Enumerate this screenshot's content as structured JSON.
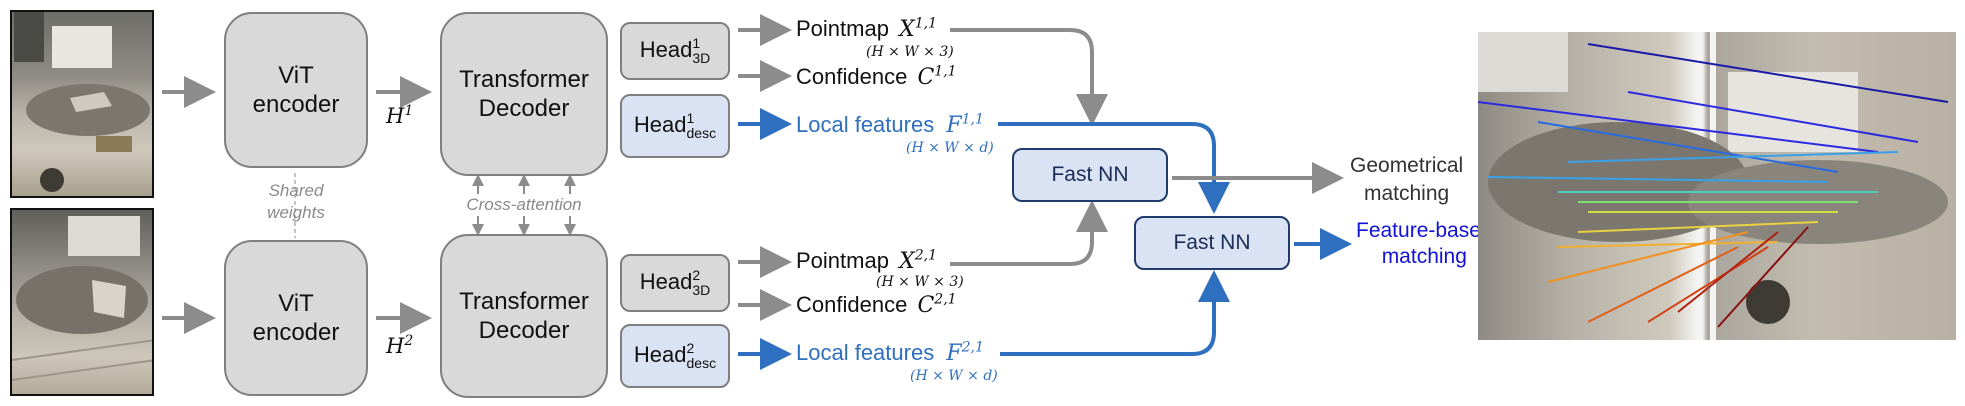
{
  "inputs": {
    "image1": "input-photo-rock-view-1",
    "image2": "input-photo-rock-view-2"
  },
  "encoder": {
    "label_line1": "ViT",
    "label_line2": "encoder",
    "shared_line1": "Shared",
    "shared_line2": "weights"
  },
  "tokens": {
    "h1_base": "H",
    "h1_sup": "1",
    "h2_base": "H",
    "h2_sup": "2"
  },
  "decoder": {
    "label_line1": "Transformer",
    "label_line2": "Decoder",
    "cross_attention": "Cross-attention"
  },
  "heads": {
    "base": "Head",
    "sup1": "1",
    "sup2": "2",
    "sub3d": "3D",
    "subdesc": "desc"
  },
  "outputs": {
    "pointmap": "Pointmap",
    "confidence": "Confidence",
    "local_features": "Local features",
    "x_base": "X",
    "c_base": "C",
    "f_base": "F",
    "sup11": "1,1",
    "sup21": "2,1",
    "dim_xyz": "(H × W × 3)",
    "dim_feat": "(H × W × d)"
  },
  "fastnn": {
    "label": "Fast NN"
  },
  "results": {
    "geometric_line1": "Geometrical",
    "geometric_line2": "matching",
    "feature_line1": "Feature-based",
    "feature_line2": "matching"
  },
  "colors": {
    "gray_arrow": "#8c8c8c",
    "blue_arrow": "#2e6fbf",
    "box_gray": "#d9d9d9",
    "box_blue": "#dae3f3",
    "feature_text": "#1212d6"
  }
}
